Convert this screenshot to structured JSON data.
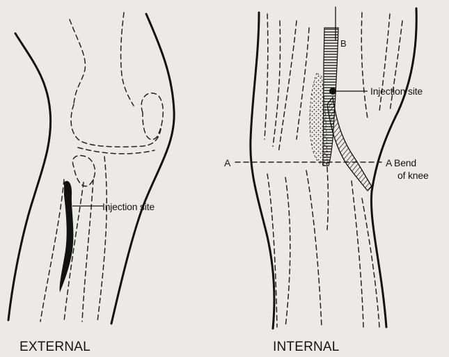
{
  "external": {
    "caption": "EXTERNAL",
    "injection_label": "Injection site"
  },
  "internal": {
    "caption": "INTERNAL",
    "injection_label": "Injection site",
    "label_b": "B",
    "label_a_left": "A",
    "label_a_right": "A Bend",
    "label_a_right_2": "of knee"
  },
  "icons": [
    "knee-external-drawing",
    "knee-internal-drawing",
    "vein-icon",
    "artery-icon"
  ],
  "colors": {
    "ink": "#111111",
    "paper": "#eceae6"
  }
}
